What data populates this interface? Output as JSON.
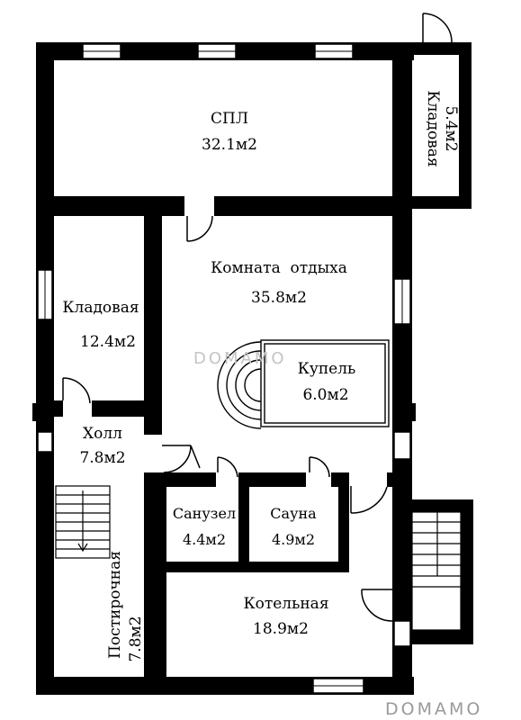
{
  "rooms": {
    "spl": {
      "name": "СПЛ",
      "area": "32.1м2"
    },
    "storage_top": {
      "name": "Кладовая",
      "area": "5.4м2"
    },
    "rest_room": {
      "name": "Комната  отдыха",
      "area": "35.8м2"
    },
    "storage_left": {
      "name": "Кладовая",
      "area": "12.4м2"
    },
    "font_pool": {
      "name": "Купель",
      "area": "6.0м2"
    },
    "hall": {
      "name": "Холл",
      "area": "7.8м2"
    },
    "bathroom": {
      "name": "Санузел",
      "area": "4.4м2"
    },
    "sauna": {
      "name": "Сауна",
      "area": "4.9м2"
    },
    "laundry": {
      "name": "Постирочная",
      "area": "7.8м2"
    },
    "boiler": {
      "name": "Котельная",
      "area": "18.9м2"
    }
  },
  "watermark": {
    "center": "DOMAMO",
    "corner": "DOMAMO"
  },
  "colors": {
    "wall": "#000000",
    "window": "#ffffff",
    "watermark": "#b8b8b8"
  }
}
